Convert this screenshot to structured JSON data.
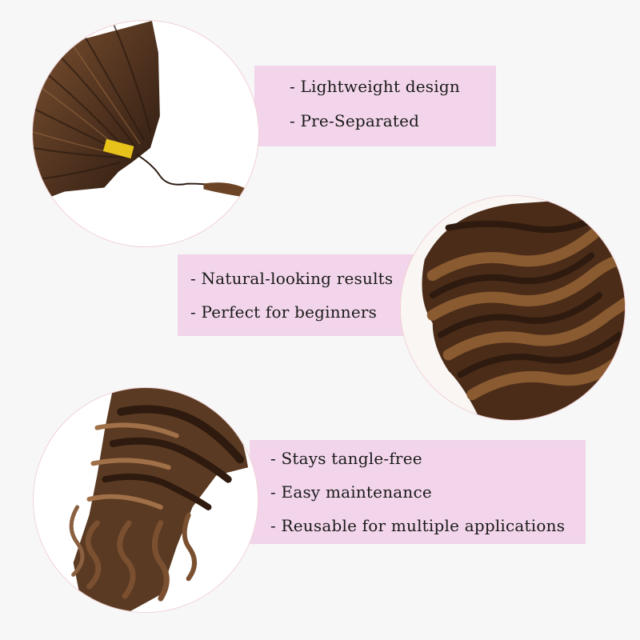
{
  "colors": {
    "background": "#f7f7f7",
    "band": "#f2d5ea",
    "text": "#1a1a1a",
    "hair_dark": "#3b2416",
    "hair_mid": "#6b4426",
    "hair_light": "#9a6a40",
    "clip": "#e6c21a"
  },
  "sections": [
    {
      "image": "microlink-hair-strands-with-gold-clip",
      "features": [
        "- Lightweight design",
        "- Pre-Separated"
      ]
    },
    {
      "image": "deep-wave-brown-hair-closeup",
      "features": [
        "- Natural-looking results",
        "- Perfect for beginners"
      ]
    },
    {
      "image": "deep-wave-brown-hair-ends",
      "features": [
        "- Stays tangle-free",
        "- Easy maintenance",
        "- Reusable for multiple  applications"
      ]
    }
  ]
}
